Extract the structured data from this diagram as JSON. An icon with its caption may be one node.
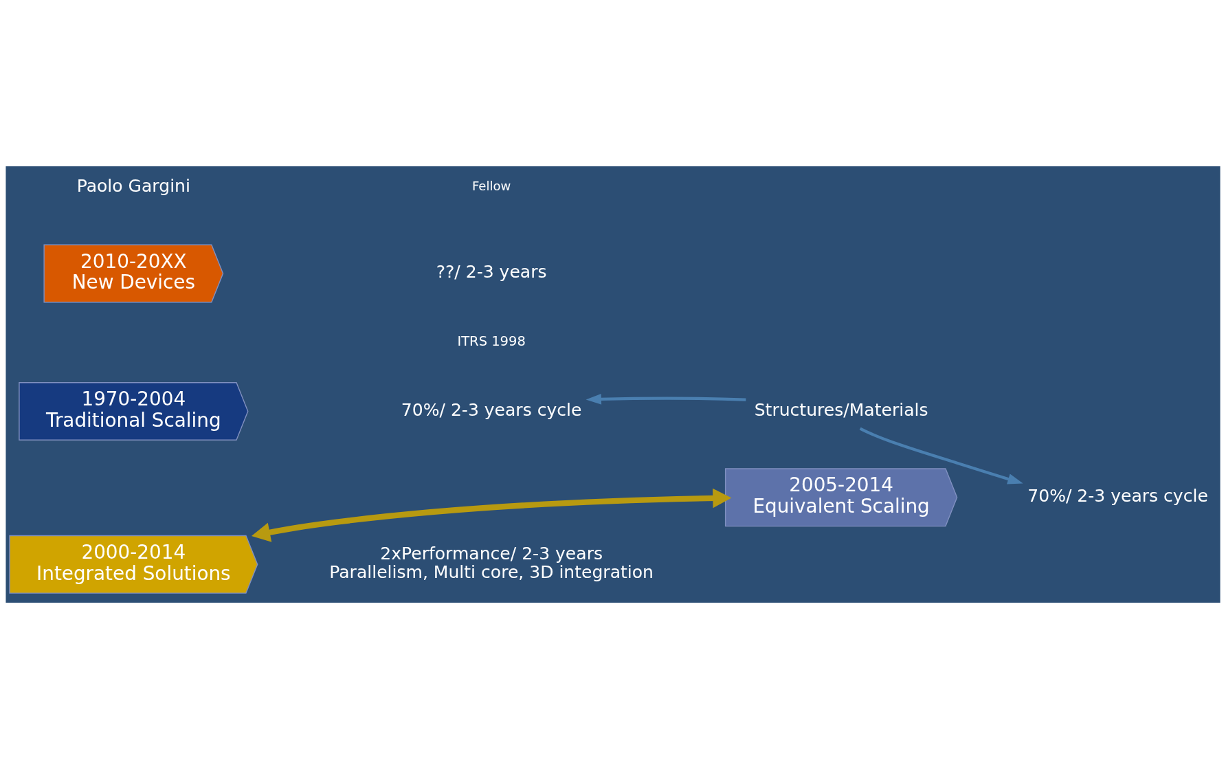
{
  "diagram": {
    "nodes": [
      {
        "text": [
          "1970-2004",
          "Traditional Scaling"
        ]
      },
      {
        "text": [
          "70%/ 2-3 years cycle"
        ]
      },
      {
        "text": [
          "Structures/Materials"
        ]
      },
      {
        "text": [
          "2005-2014",
          "Equivalent Scaling"
        ]
      },
      {
        "text": [
          "70%/ 2-3 years cycle"
        ]
      },
      {
        "text": [
          "2000-2014",
          "Integrated Solutions"
        ]
      },
      {
        "text": [
          "2xPerformance/ 2-3 years",
          "Parallelism, Multi core, 3D integration"
        ]
      },
      {
        "text": [
          "2010-20XX",
          "New Devices"
        ]
      },
      {
        "text": [
          "??/ 2-3 years"
        ]
      }
    ],
    "edges": [
      {
        "from": 2,
        "to": 1,
        "arrow": "to"
      },
      {
        "from": 2,
        "to": 4,
        "arrow": "to"
      },
      {
        "from": 3,
        "to": 5,
        "arrow": "both",
        "style": "thick",
        "color": "#b89a10"
      }
    ],
    "labels": [
      "ITRS 1998",
      "Paolo Gargini",
      "Fellow"
    ]
  }
}
